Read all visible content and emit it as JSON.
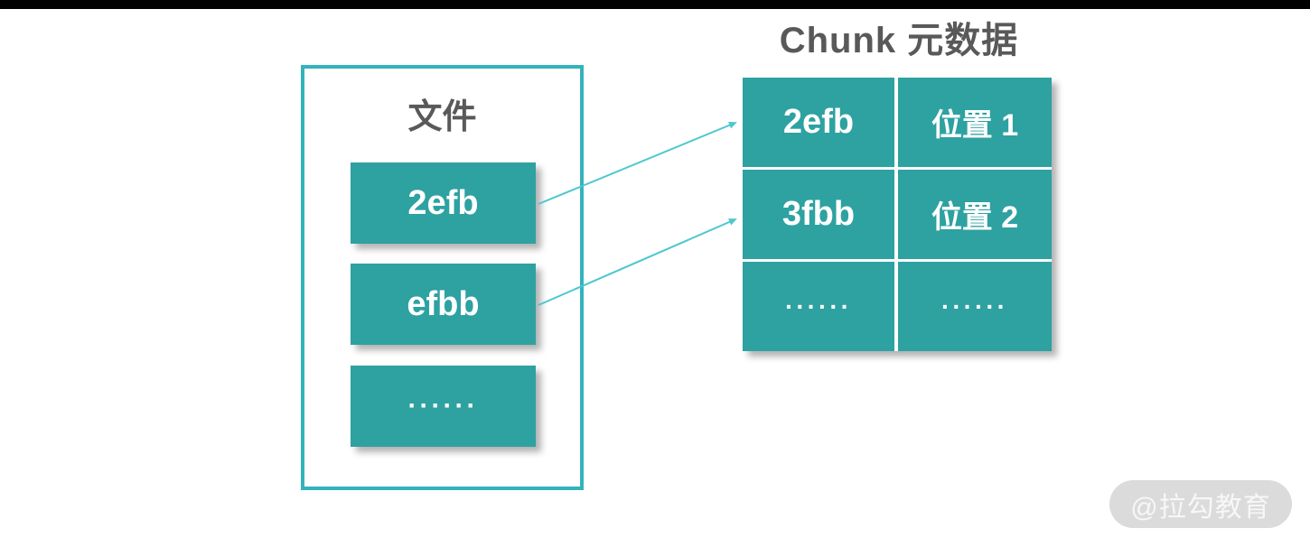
{
  "title": "Chunk 元数据",
  "file_box": {
    "title": "文件",
    "chunks": [
      {
        "label": "2efb"
      },
      {
        "label": "efbb"
      },
      {
        "label": "······"
      }
    ]
  },
  "metadata_table": {
    "rows": [
      {
        "chunk": "2efb",
        "location": "位置 1"
      },
      {
        "chunk": "3fbb",
        "location": "位置 2"
      },
      {
        "chunk": "······",
        "location": "······"
      }
    ]
  },
  "arrows": [
    {
      "from": "file-chunk-2efb",
      "to": "metadata-row-1"
    },
    {
      "from": "file-chunk-efbb",
      "to": "metadata-row-2"
    }
  ],
  "watermark": "@拉勾教育",
  "colors": {
    "teal_fill": "#2ea1a1",
    "box_border": "#33b3bc",
    "arrow": "#4ec7d0",
    "dark_text": "#595959",
    "top_bar": "#000000",
    "watermark_bg": "#dbdbdb"
  }
}
